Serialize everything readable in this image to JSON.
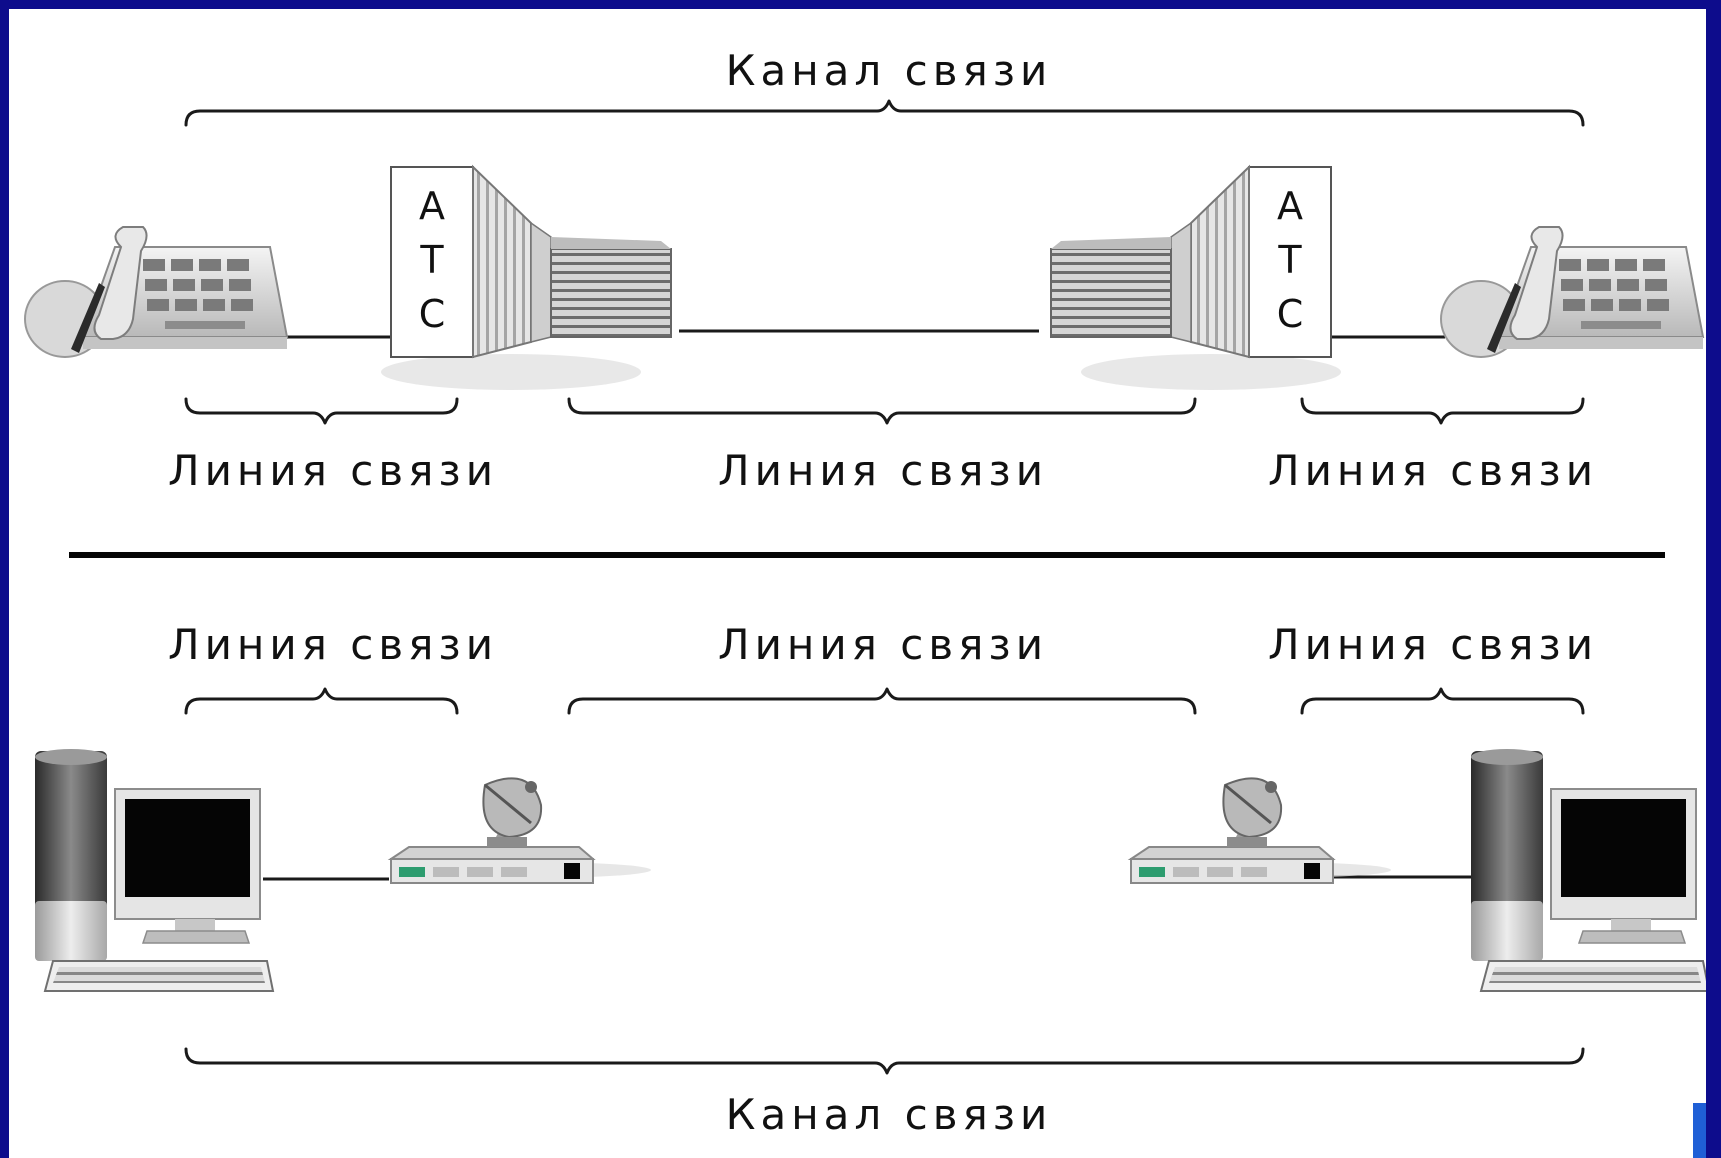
{
  "labels": {
    "channel_top": "Канал связи",
    "channel_bottom": "Канал связи",
    "line_top_left": "Линия связи",
    "line_top_middle": "Линия связи",
    "line_top_right": "Линия связи",
    "line_bottom_left": "Линия связи",
    "line_bottom_middle": "Линия связи",
    "line_bottom_right": "Линия связи"
  },
  "atc_left": {
    "l1": "А",
    "l2": "Т",
    "l3": "С"
  },
  "atc_right": {
    "l1": "А",
    "l2": "Т",
    "l3": "С"
  },
  "colors": {
    "frame": "#0d0c8c",
    "panel": "#ffffff",
    "corner_button": "#1f5fd6"
  },
  "icons": {
    "telephone": "telephone-icon",
    "exchange": "telephone-exchange-icon",
    "computer": "desktop-computer-icon",
    "satellite_modem": "satellite-modem-icon"
  }
}
